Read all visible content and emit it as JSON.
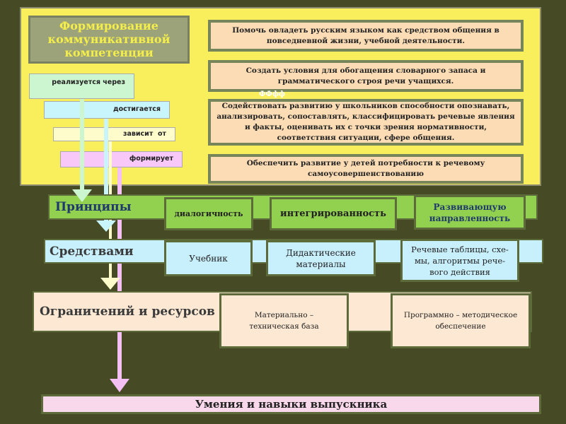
{
  "title": "Формирование коммуникативной компетенции",
  "goals": [
    "Помочь овладеть русским языком как средством общения в повседневной жизни, учебной деятельности.",
    "Создать условия для обогащения словарного запаса и грамматического строя речи учащихся.",
    "Содействовать развитию у школьников способности опознавать, анализировать, сопоставлять, классифицировать речевые явления и факты, оценивать их с точки зрения нормативности, соответствия ситуации, сфере общения.",
    "Обеспечить развитие у детей потребности к речевому самоусовершенствованию"
  ],
  "stray_text": "ФФфф",
  "stairs": [
    "реализуется через",
    "достигается",
    "зависит  от",
    "формирует"
  ],
  "principles": {
    "label": "Принципы",
    "items": [
      "диалогичность",
      "интегрированность",
      "Развивающую направленность"
    ]
  },
  "means": {
    "label": "Средствами",
    "items": [
      "Учебник",
      "Дидактические материалы",
      "Речевые таблицы, схе-мы, алгоритмы рече-вого действия"
    ]
  },
  "constraints": {
    "label": "Ограничений и ресурсов",
    "items": [
      "Материально – техническая база",
      "Программно – методическое обеспечение"
    ]
  },
  "result": "Умения и навыки выпускника",
  "colors": {
    "background": "#464b26",
    "panel": "#f9ef5c",
    "green": "#92d050",
    "cyan": "#c8f0fc",
    "peach": "#fde9d3",
    "pink": "#f8d8ea"
  }
}
